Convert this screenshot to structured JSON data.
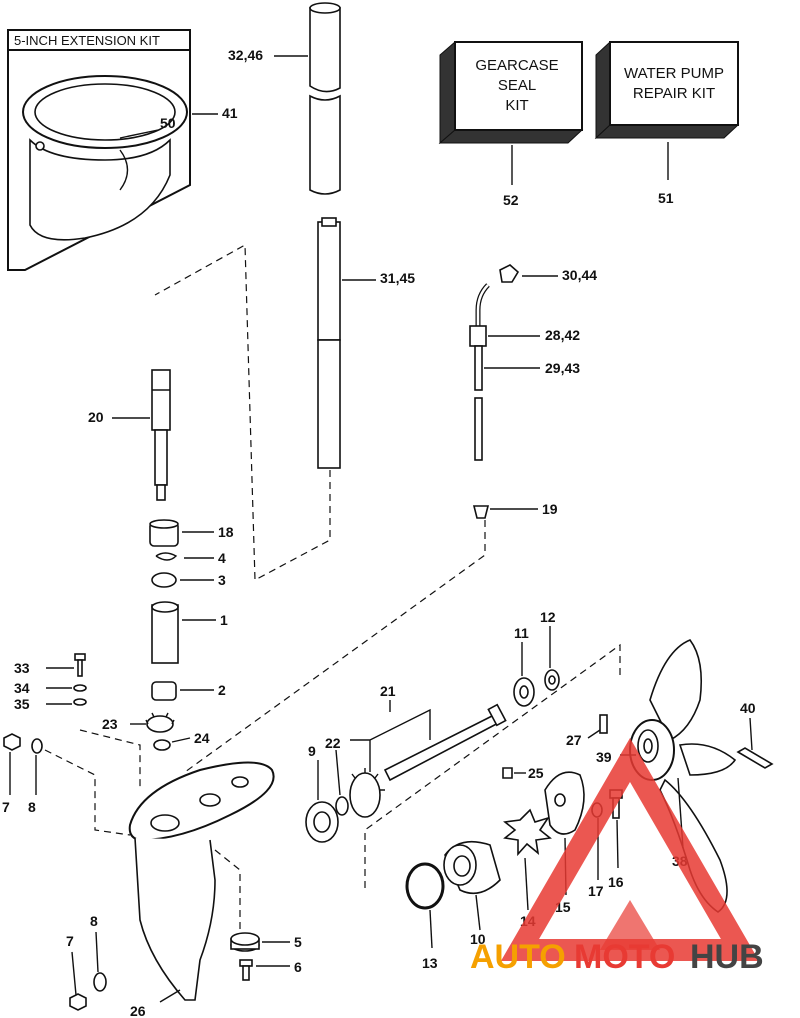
{
  "inset": {
    "title": "5-INCH EXTENSION KIT"
  },
  "kits": {
    "gearcase_seal": [
      "GEARCASE",
      "SEAL",
      "KIT"
    ],
    "water_pump": [
      "WATER PUMP",
      "REPAIR KIT"
    ]
  },
  "callouts": {
    "c1": "1",
    "c2": "2",
    "c3": "3",
    "c4": "4",
    "c5": "5",
    "c6": "6",
    "c7a": "7",
    "c7b": "7",
    "c8a": "8",
    "c8b": "8",
    "c9": "9",
    "c10": "10",
    "c11": "11",
    "c12": "12",
    "c13": "13",
    "c14": "14",
    "c15": "15",
    "c16": "16",
    "c17": "17",
    "c18": "18",
    "c19": "19",
    "c20": "20",
    "c21": "21",
    "c22": "22",
    "c23": "23",
    "c24": "24",
    "c25": "25",
    "c26": "26",
    "c27": "27",
    "c28_42": "28,42",
    "c29_43": "29,43",
    "c30_44": "30,44",
    "c31_45": "31,45",
    "c32_46": "32,46",
    "c33": "33",
    "c34": "34",
    "c35": "35",
    "c38": "38",
    "c39": "39",
    "c40": "40",
    "c41": "41",
    "c50": "50",
    "c51": "51",
    "c52": "52"
  },
  "watermark": {
    "part1": "AUTO",
    "part2": "MOTO",
    "part3": "HUB"
  },
  "colors": {
    "ink": "#111111",
    "watermark_orange": "#f5a000",
    "watermark_red": "#e83a33",
    "watermark_grey": "#444444"
  }
}
